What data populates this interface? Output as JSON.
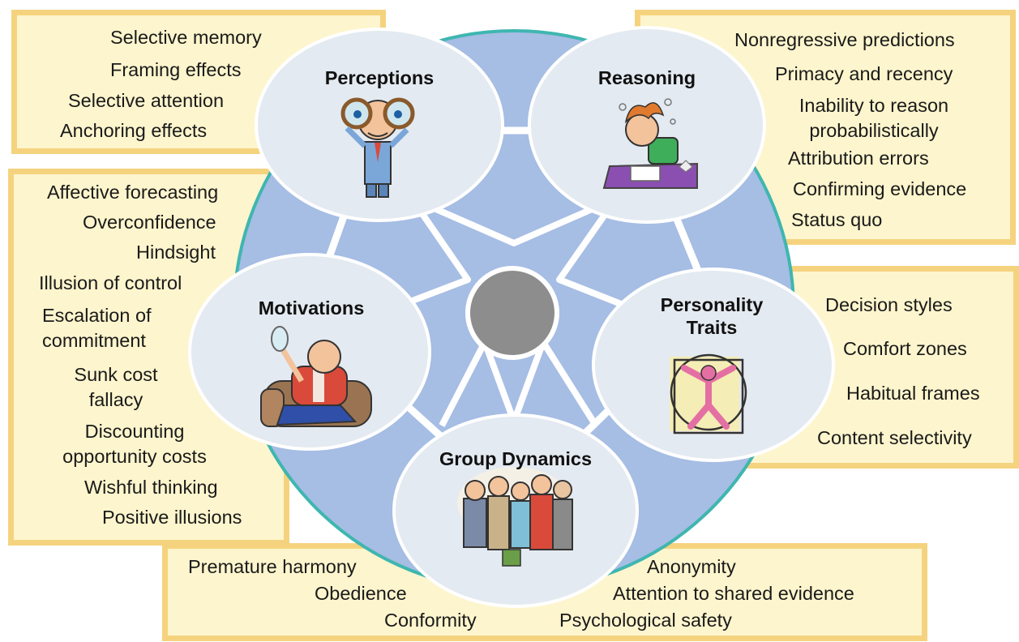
{
  "nodes": {
    "perceptions": {
      "title": "Perceptions",
      "items": [
        "Selective memory",
        "Framing effects",
        "Selective attention",
        "Anchoring effects"
      ]
    },
    "reasoning": {
      "title": "Reasoning",
      "items": [
        "Nonregressive predictions",
        "Primacy and recency",
        "Inability to reason probabilistically",
        "Attribution errors",
        "Confirming evidence",
        "Status quo"
      ]
    },
    "motivations": {
      "title": "Motivations",
      "items": [
        "Affective forecasting",
        "Overconfidence",
        "Hindsight",
        "Illusion of control",
        "Escalation of commitment",
        "Sunk cost fallacy",
        "Discounting opportunity costs",
        "Wishful thinking",
        "Positive illusions"
      ]
    },
    "personality": {
      "title": "Personality Traits",
      "items": [
        "Decision styles",
        "Comfort zones",
        "Habitual frames",
        "Content selectivity"
      ]
    },
    "group": {
      "title": "Group Dynamics",
      "items": [
        "Premature harmony",
        "Obedience",
        "Conformity",
        "Anonymity",
        "Attention to shared evidence",
        "Psychological safety"
      ]
    }
  },
  "colors": {
    "box_fill": "#fdf5cd",
    "box_border": "#f5d37e",
    "disc_fill": "#a6bde4",
    "disc_edge": "#3fb6b0",
    "node_fill": "#e4eaf1",
    "center": "#8d8d8d"
  },
  "icons": [
    "glasses-man-icon",
    "stressed-thinker-icon",
    "mirror-man-icon",
    "vitruvian-figure-icon",
    "group-people-icon"
  ]
}
